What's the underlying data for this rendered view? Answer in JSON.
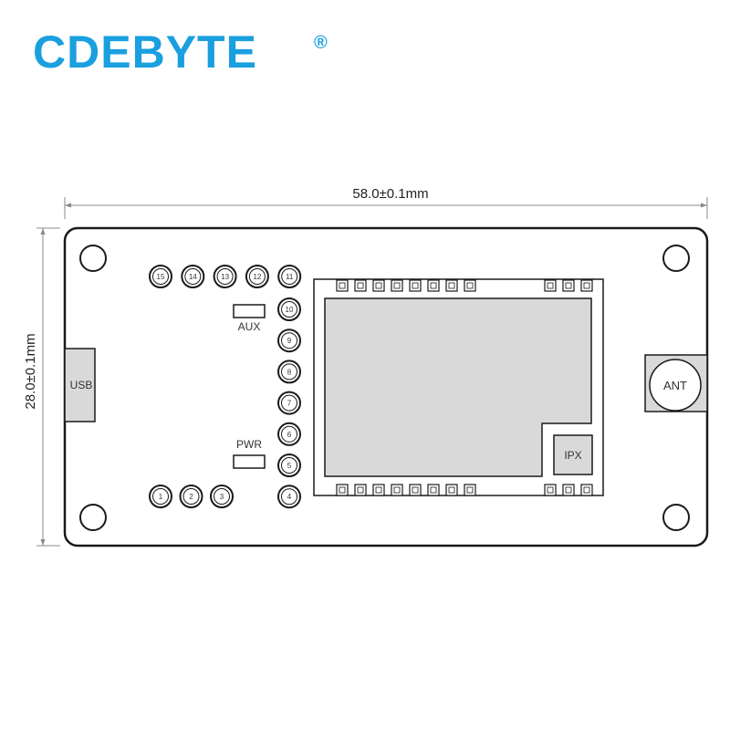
{
  "brand": {
    "name": "CDEBYTE",
    "registered_mark": "®",
    "color": "#1a9fdf"
  },
  "dimensions": {
    "width_label": "58.0±0.1mm",
    "height_label": "28.0±0.1mm"
  },
  "board": {
    "usb_label": "USB",
    "ant_label": "ANT",
    "ipx_label": "IPX",
    "aux_label": "AUX",
    "pwr_label": "PWR",
    "pins_top": [
      "15",
      "14",
      "13",
      "12",
      "11"
    ],
    "pins_bottom": [
      "1",
      "2",
      "3"
    ],
    "pins_column": [
      "10",
      "9",
      "8",
      "7",
      "6",
      "5",
      "4"
    ]
  },
  "colors": {
    "outline": "#1a1a1a",
    "module_fill": "#d9d9d9",
    "dimension_line": "#888888"
  }
}
